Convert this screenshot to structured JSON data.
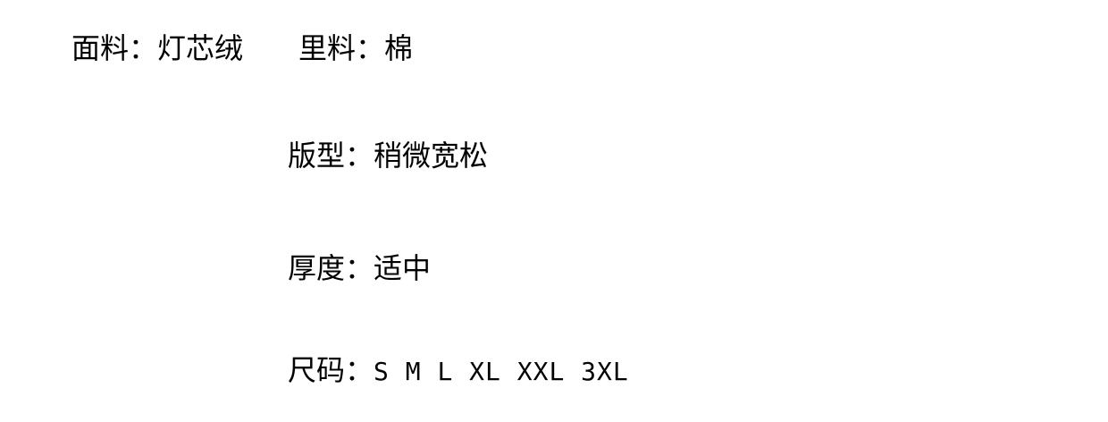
{
  "fabric": {
    "outer_label": "面料：",
    "outer_value": "灯芯绒",
    "lining_label": "里料：",
    "lining_value": "棉"
  },
  "fit": {
    "label": "版型：",
    "value": "稍微宽松"
  },
  "thickness": {
    "label": "厚度：",
    "value": "适中"
  },
  "size": {
    "label": "尺码：",
    "value": "S M L XL XXL 3XL"
  }
}
